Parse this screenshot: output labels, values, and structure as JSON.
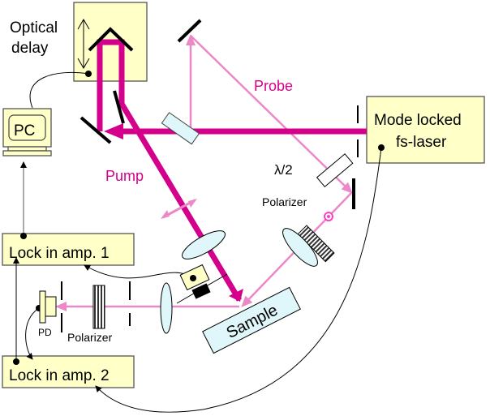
{
  "labels": {
    "optical_delay_1": "Optical",
    "optical_delay_2": "delay",
    "pc": "PC",
    "lock_in_1": "Lock in amp. 1",
    "lock_in_2": "Lock in amp. 2",
    "laser_1": "Mode locked",
    "laser_2": "fs-laser",
    "probe": "Probe",
    "pump": "Pump",
    "half_wave": "λ/2",
    "polarizer_top": "Polarizer",
    "polarizer_bottom": "Polarizer",
    "pd": "PD",
    "sample": "Sample"
  },
  "colors": {
    "pump": "#d4008c",
    "probe": "#ec88c8",
    "box_fill": "#ffffc8",
    "optic_fill": "#dff7fb"
  }
}
